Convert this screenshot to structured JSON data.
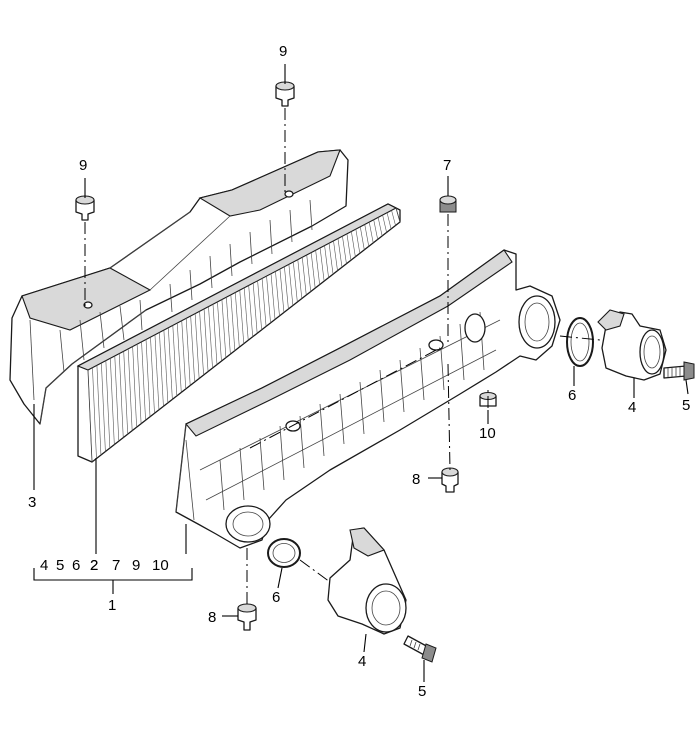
{
  "callouts": {
    "upper_cover_bolt": "9",
    "left_cover_bolt": "9",
    "grommet_top": "7",
    "grommet_right": "10",
    "cover": "3",
    "filter": "2",
    "housing": "1",
    "oring_right": "6",
    "oring_bottom": "6",
    "sensor_right": "4",
    "sensor_bottom": "4",
    "screw_right": "5",
    "screw_bottom": "5",
    "bolt_right": "8",
    "bolt_bottom": "8"
  },
  "housing_bracket_items": [
    "4",
    "5",
    "6",
    "2",
    "7",
    "9",
    "10"
  ]
}
